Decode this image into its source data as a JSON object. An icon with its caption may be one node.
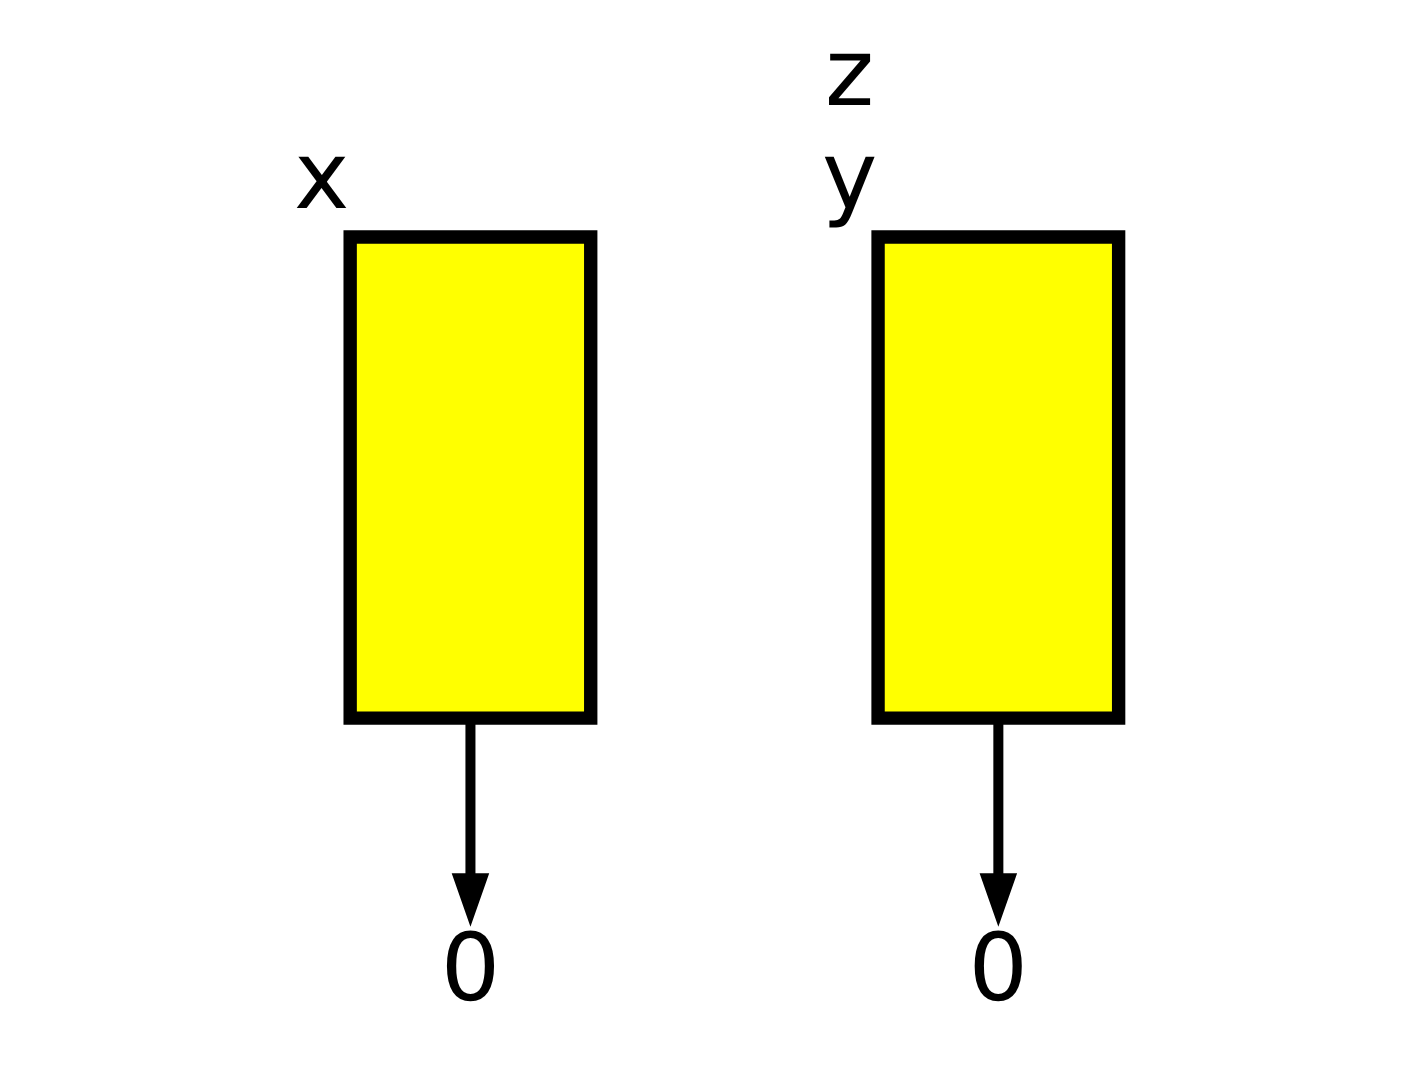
{
  "diagram": {
    "nodes": [
      {
        "text": [],
        "shape": "box",
        "beside": [
          "x"
        ]
      },
      {
        "text": [],
        "shape": "box",
        "beside": [
          "z",
          "y"
        ]
      },
      {
        "text": [
          "0"
        ]
      },
      {
        "text": [
          "0"
        ]
      }
    ],
    "edges": [
      {
        "from": 0,
        "to": 2,
        "arrow": "to"
      },
      {
        "from": 1,
        "to": 3,
        "arrow": "to"
      }
    ]
  }
}
